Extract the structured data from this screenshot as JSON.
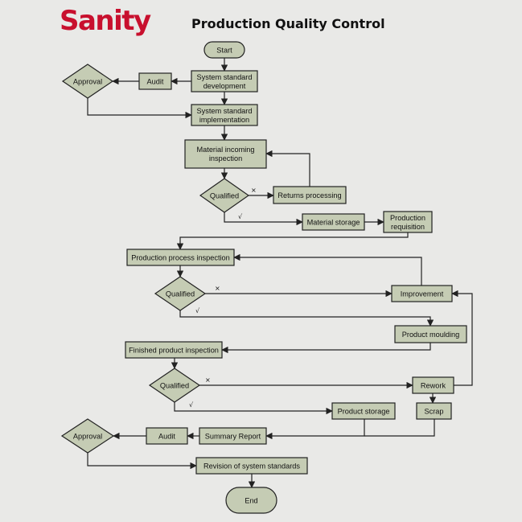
{
  "header": {
    "logo": "Sanity",
    "title": "Production Quality Control"
  },
  "colors": {
    "node_fill": "#c5ccb4",
    "stroke": "#222222",
    "logo_red": "#c8102e"
  },
  "nodes": {
    "start": "Start",
    "sys_dev": [
      "System standard",
      "development"
    ],
    "audit1": "Audit",
    "approval1": "Approval",
    "sys_impl": [
      "System standard",
      "implementation"
    ],
    "mat_inspect": [
      "Material incoming",
      "inspection"
    ],
    "qual1": "Qualified",
    "returns": "Returns processing",
    "mat_storage": "Material storage",
    "prod_req": [
      "Production",
      "requisition"
    ],
    "proc_inspect": "Production process inspection",
    "qual2": "Qualified",
    "improvement": "Improvement",
    "moulding": "Product moulding",
    "fin_inspect": "Finished product inspection",
    "qual3": "Qualified",
    "rework": "Rework",
    "prod_storage": "Product storage",
    "scrap": "Scrap",
    "summary": "Summary Report",
    "audit2": "Audit",
    "approval2": "Approval",
    "revision": "Revision of system standards",
    "end": "End"
  },
  "marks": {
    "yes": "√",
    "no": "×"
  }
}
